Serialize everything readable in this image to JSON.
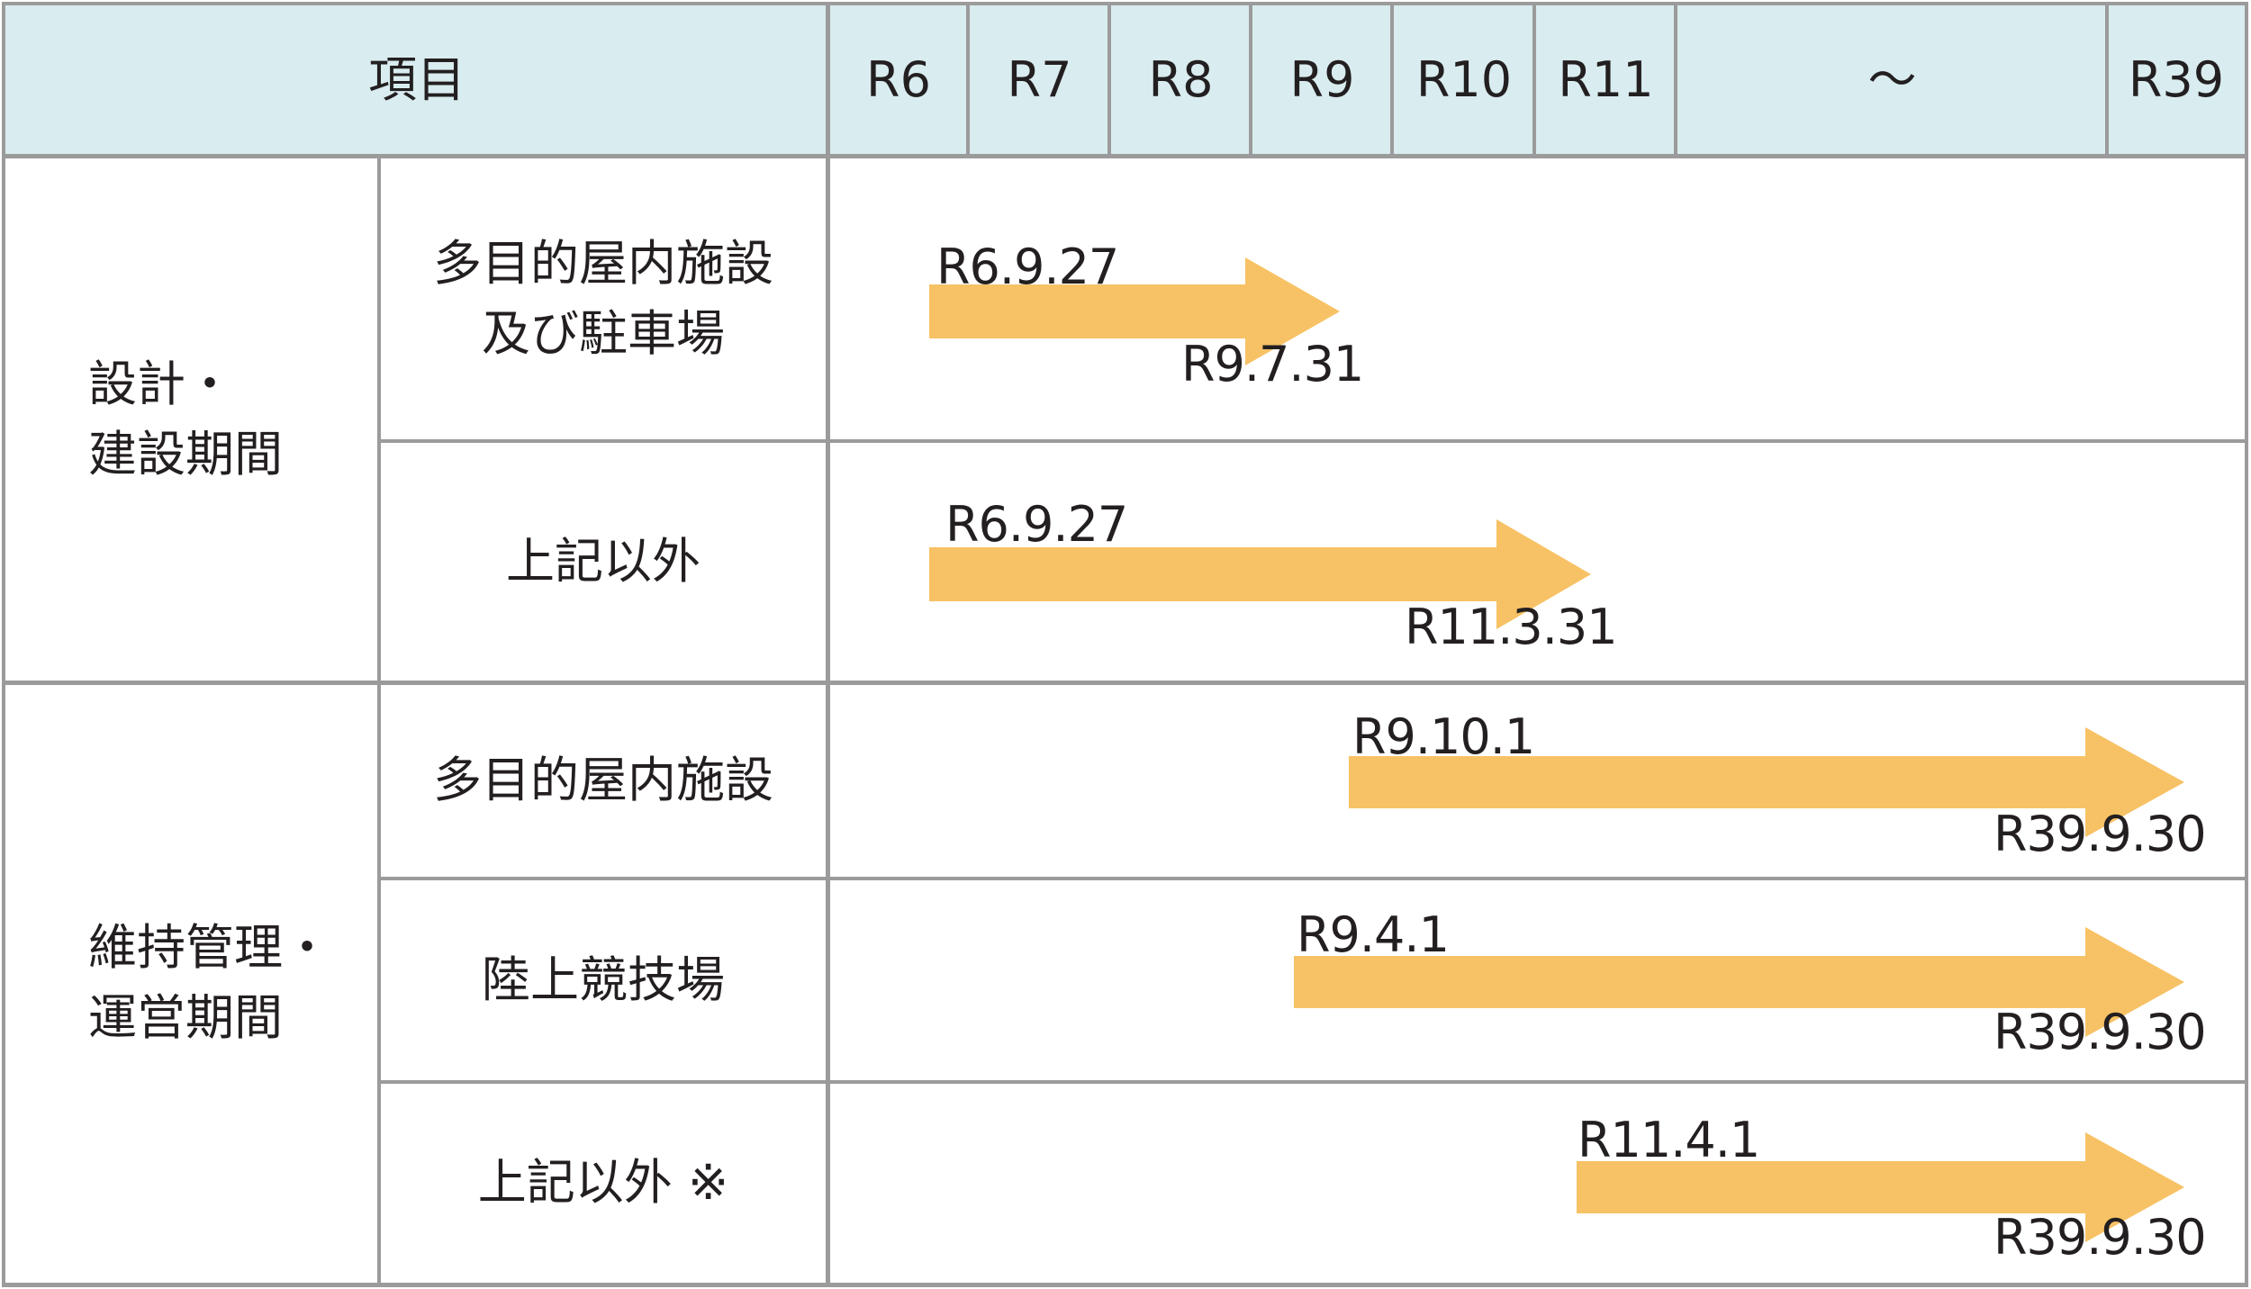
{
  "header": {
    "item_label": "項目",
    "years": [
      "R6",
      "R7",
      "R8",
      "R9",
      "R10",
      "R11",
      "～",
      "R39"
    ]
  },
  "groups": [
    {
      "label": "設計・\n建設期間"
    },
    {
      "label": "維持管理・\n運営期間"
    }
  ],
  "rows": [
    {
      "label": "多目的屋内施設\n及び駐車場",
      "start_label": "R6.9.27",
      "end_label": "R9.7.31",
      "start": "R6.9.27",
      "end": "R9.7.31"
    },
    {
      "label": "上記以外",
      "start_label": "R6.9.27",
      "end_label": "R11.3.31",
      "start": "R6.9.27",
      "end": "R11.3.31"
    },
    {
      "label": "多目的屋内施設",
      "start_label": "R9.10.1",
      "end_label": "R39.9.30",
      "start": "R9.10.1",
      "end": "R39.9.30"
    },
    {
      "label": "陸上競技場",
      "start_label": "R9.4.1",
      "end_label": "R39.9.30",
      "start": "R9.4.1",
      "end": "R39.9.30"
    },
    {
      "label": "上記以外 ※",
      "start_label": "R11.4.1",
      "end_label": "R39.9.30",
      "start": "R11.4.1",
      "end": "R39.9.30"
    }
  ],
  "colors": {
    "arrow": "#f7c265",
    "header_bg": "#d9ecef",
    "border": "#9b9b9b"
  }
}
